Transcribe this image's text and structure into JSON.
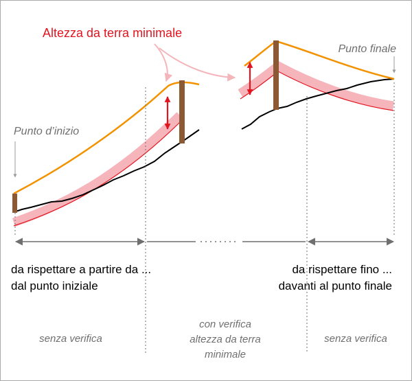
{
  "labels": {
    "min_height": "Altezza da terra minimale",
    "start_point": "Punto d’inizio",
    "end_point": "Punto finale",
    "respect_from_line1": "da rispettare a partire da ...",
    "respect_from_line2": "dal punto iniziale",
    "respect_until_line1": "da rispettare fino ...",
    "respect_until_line2": "davanti al punto finale",
    "zone_left": "senza verifica",
    "zone_middle_line1": "con verifica",
    "zone_middle_line2": "altezza da terra",
    "zone_middle_line3": "minimale",
    "zone_right": "senza verifica"
  },
  "colors": {
    "cable": "#f39200",
    "clearance_line": "#e2141f",
    "clearance_band": "#f5b5bb",
    "terrain": "#000000",
    "pole": "#8b5a34",
    "arrow_red": "#e2141f",
    "annotation_red": "#e2141f",
    "grey": "#6f6f6f",
    "grey_light": "#9a9a9a",
    "pink_arrow": "#f4b5bb"
  }
}
